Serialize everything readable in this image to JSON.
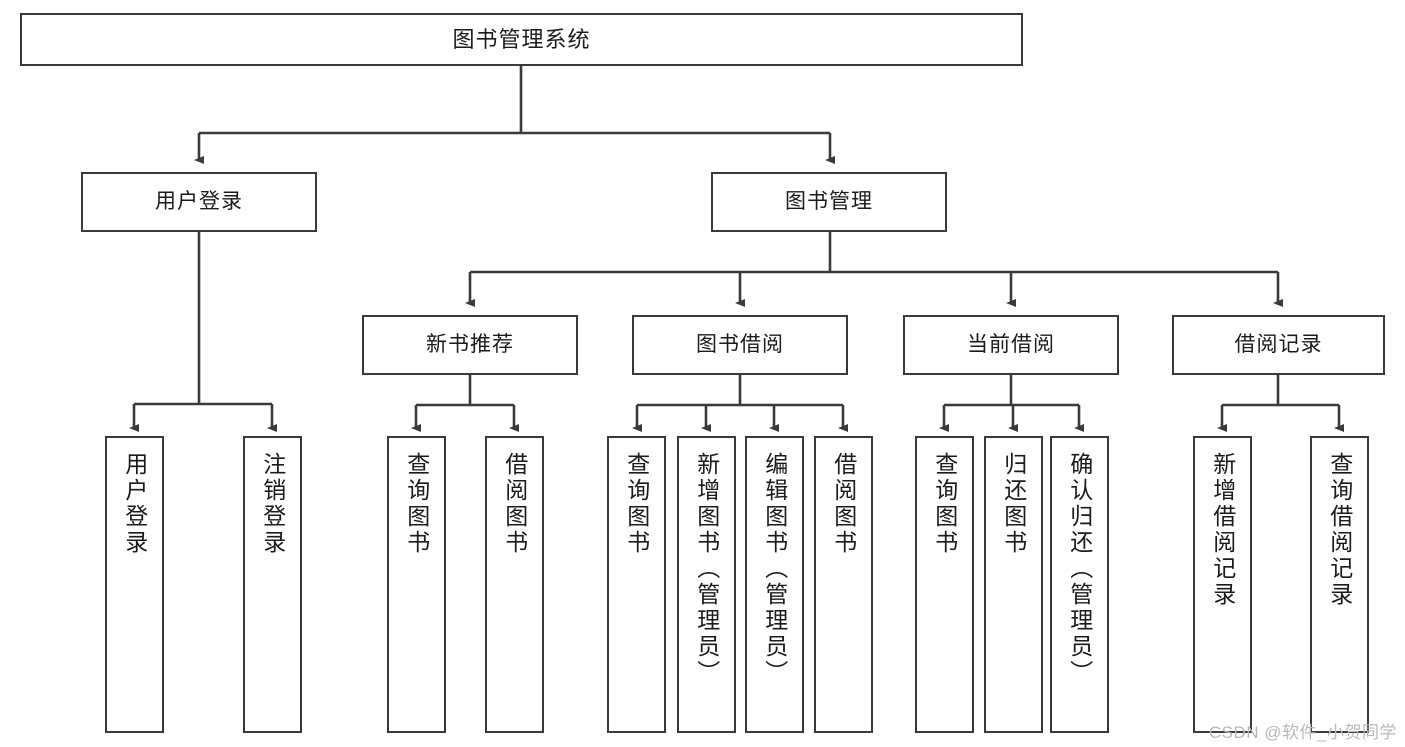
{
  "diagram": {
    "type": "tree",
    "title": "图书管理系统",
    "orientation": "top-down",
    "root": {
      "id": "root",
      "label": "图书管理系统"
    },
    "level2": [
      {
        "id": "user-login",
        "label": "用户登录"
      },
      {
        "id": "book-management",
        "label": "图书管理"
      }
    ],
    "level3": [
      {
        "id": "new-book-recommend",
        "label": "新书推荐",
        "parent": "book-management"
      },
      {
        "id": "book-borrow",
        "label": "图书借阅",
        "parent": "book-management"
      },
      {
        "id": "current-borrow",
        "label": "当前借阅",
        "parent": "book-management"
      },
      {
        "id": "borrow-record",
        "label": "借阅记录",
        "parent": "book-management"
      }
    ],
    "leaves": [
      {
        "id": "leaf-user-login",
        "label": "用户登录",
        "parent": "user-login"
      },
      {
        "id": "leaf-logout",
        "label": "注销登录",
        "parent": "user-login"
      },
      {
        "id": "leaf-query-book-1",
        "label": "查询图书",
        "parent": "new-book-recommend"
      },
      {
        "id": "leaf-borrow-book-1",
        "label": "借阅图书",
        "parent": "new-book-recommend"
      },
      {
        "id": "leaf-query-book-2",
        "label": "查询图书",
        "parent": "book-borrow"
      },
      {
        "id": "leaf-add-book",
        "label": "新增图书（管理员）",
        "parent": "book-borrow"
      },
      {
        "id": "leaf-edit-book",
        "label": "编辑图书（管理员）",
        "parent": "book-borrow"
      },
      {
        "id": "leaf-borrow-book-2",
        "label": "借阅图书",
        "parent": "book-borrow"
      },
      {
        "id": "leaf-query-book-3",
        "label": "查询图书",
        "parent": "current-borrow"
      },
      {
        "id": "leaf-return-book",
        "label": "归还图书",
        "parent": "current-borrow"
      },
      {
        "id": "leaf-confirm-return",
        "label": "确认归还（管理员）",
        "parent": "current-borrow"
      },
      {
        "id": "leaf-add-record",
        "label": "新增借阅记录",
        "parent": "borrow-record"
      },
      {
        "id": "leaf-query-record",
        "label": "查询借阅记录",
        "parent": "borrow-record"
      }
    ],
    "colors": {
      "box_border": "#3a3a3a",
      "box_fill": "#ffffff",
      "connector": "#3a3a3a",
      "text": "#1b1b1b",
      "watermark": "#b9b9b9"
    }
  },
  "watermark": {
    "text": "CSDN @软件_小贺同学"
  }
}
